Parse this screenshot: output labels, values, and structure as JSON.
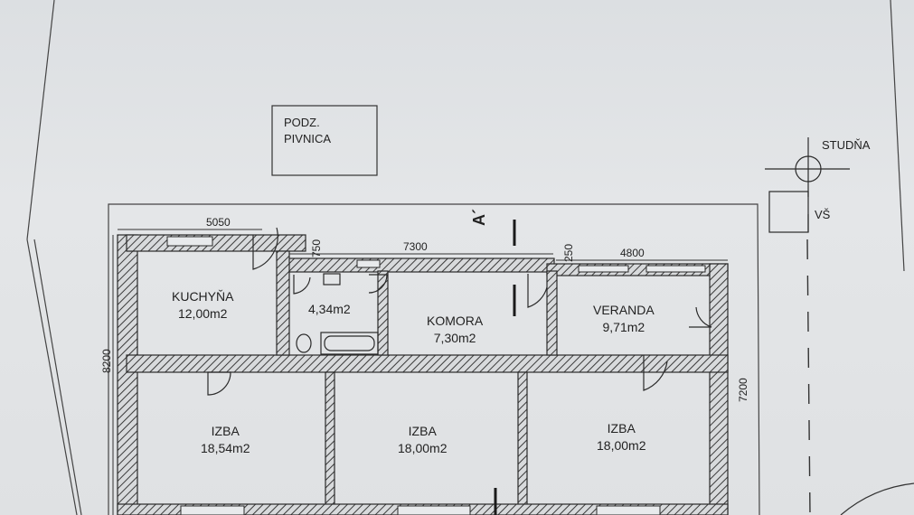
{
  "rooms": {
    "kitchen": {
      "name": "KUCHYŇA",
      "area": "12,00m2"
    },
    "bathroom": {
      "area": "4,34m2"
    },
    "pantry": {
      "name": "KOMORA",
      "area": "7,30m2"
    },
    "veranda": {
      "name": "VERANDA",
      "area": "9,71m2"
    },
    "room1": {
      "name": "IZBA",
      "area": "18,54m2"
    },
    "room2": {
      "name": "IZBA",
      "area": "18,00m2"
    },
    "room3": {
      "name": "IZBA",
      "area": "18,00m2"
    }
  },
  "cellar": {
    "line1": "PODZ.",
    "line2": "PIVNICA"
  },
  "labels": {
    "well": "STUDŇA",
    "vs": "VŠ",
    "section_mark": "A´"
  },
  "dimensions": {
    "d5050": "5050",
    "d750": "750",
    "d7300": "7300",
    "d250": "250",
    "d4800": "4800",
    "d8200": "8200",
    "d7200": "7200"
  },
  "colors": {
    "line": "#2a2a2a",
    "wall_hatch": "#3a3a3a",
    "paper": "#e2e4e6"
  }
}
